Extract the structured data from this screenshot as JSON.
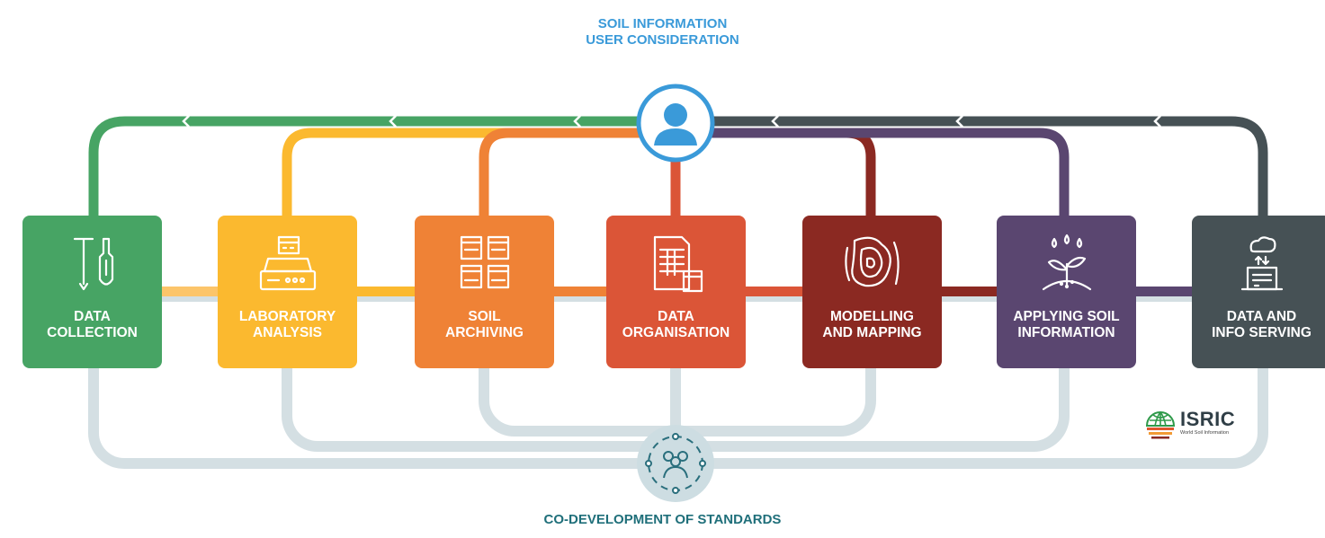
{
  "title": "SOIL INFORMATION\nUSER CONSIDERATION",
  "bottom_title": "CO-DEVELOPMENT OF STANDARDS",
  "colors": {
    "top_title": "#3a9ad9",
    "bottom_title": "#1f6f7a",
    "standards_line": "#d4dfe3",
    "user_circle": "#3a9ad9"
  },
  "stages": [
    {
      "label": "DATA\nCOLLECTION",
      "color": "#47a464",
      "icon": "soil-tools-icon"
    },
    {
      "label": "LABORATORY\nANALYSIS",
      "color": "#fbb92f",
      "icon": "lab-scale-icon"
    },
    {
      "label": "SOIL\nARCHIVING",
      "color": "#ef8236",
      "icon": "sample-jars-icon"
    },
    {
      "label": "DATA\nORGANISATION",
      "color": "#db5537",
      "icon": "data-sheet-icon"
    },
    {
      "label": "MODELLING\nAND MAPPING",
      "color": "#8b2922",
      "icon": "contour-map-icon"
    },
    {
      "label": "APPLYING SOIL\nINFORMATION",
      "color": "#5a4670",
      "icon": "seedling-icon"
    },
    {
      "label": "DATA AND\nINFO SERVING",
      "color": "#465155",
      "icon": "cloud-server-icon"
    }
  ],
  "central_icons": {
    "user": "user-icon",
    "group": "group-icon"
  },
  "logo": {
    "name": "ISRIC",
    "subtitle": "World Soil Information"
  }
}
